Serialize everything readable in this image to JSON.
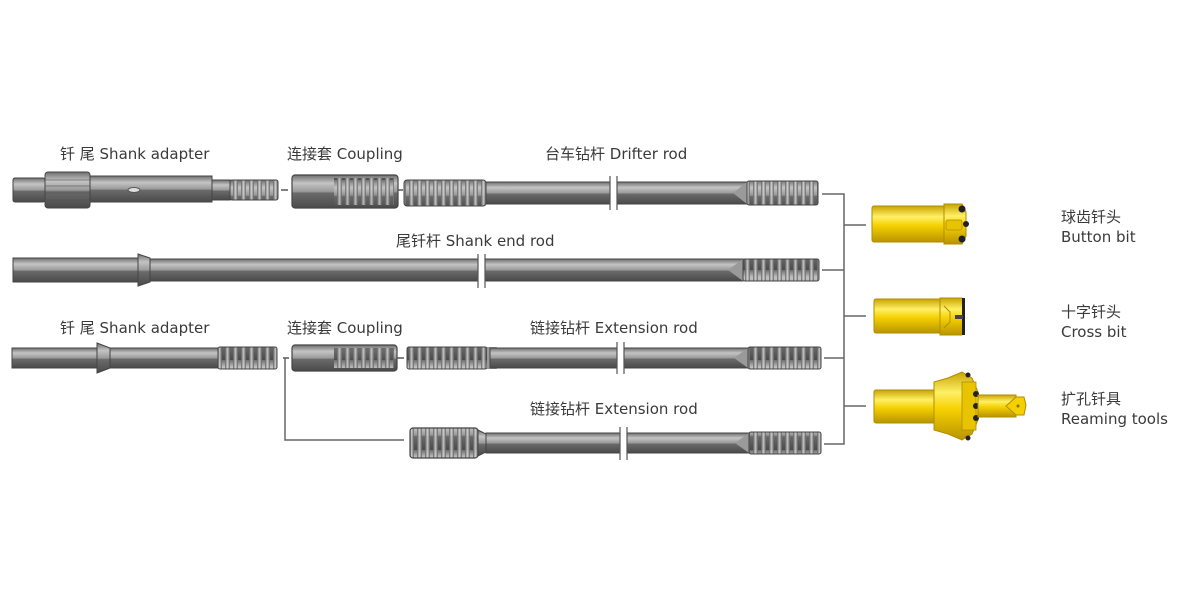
{
  "diagram": {
    "title": "Drilling tool string assembly",
    "rows": [
      {
        "components": [
          {
            "label": "钎  尾 Shank adapter",
            "type": "shank-adapter-splined"
          },
          {
            "label": "连接套 Coupling",
            "type": "coupling"
          },
          {
            "label": "台车钻杆 Drifter rod",
            "type": "drifter-rod"
          }
        ]
      },
      {
        "components": [
          {
            "label": "尾钎杆 Shank end rod",
            "type": "shank-end-rod"
          }
        ]
      },
      {
        "components": [
          {
            "label": "钎  尾 Shank adapter",
            "type": "shank-adapter-collared"
          },
          {
            "label": "连接套 Coupling",
            "type": "coupling"
          },
          {
            "label": "链接钻杆 Extension rod",
            "type": "extension-rod"
          }
        ]
      },
      {
        "components": [
          {
            "label": "链接钻杆 Extension rod",
            "type": "extension-rod-with-coupling"
          }
        ]
      }
    ],
    "bits": [
      {
        "label_cn": "球齿钎头",
        "label_en": "Button bit",
        "type": "button-bit"
      },
      {
        "label_cn": "十字钎头",
        "label_en": "Cross bit",
        "type": "cross-bit"
      },
      {
        "label_cn": "扩孔钎具",
        "label_en": "Reaming tools",
        "type": "reaming-tool"
      }
    ],
    "colors": {
      "steel_light": "#b8b8b8",
      "steel_mid": "#8a8a8a",
      "steel_dark": "#555555",
      "bit_yellow": "#f5d000",
      "bit_yellow_dark": "#c9a400",
      "line": "#666666"
    }
  }
}
